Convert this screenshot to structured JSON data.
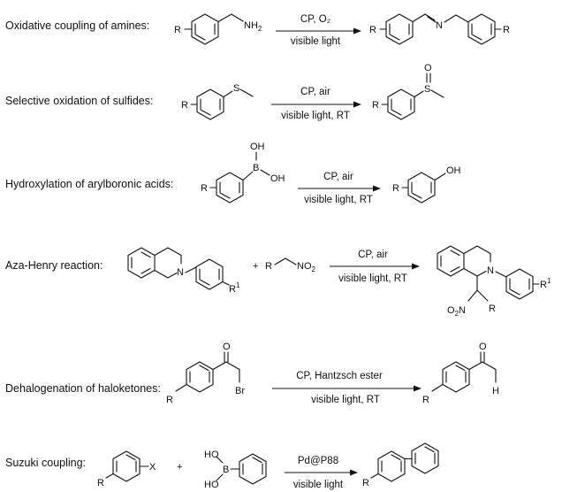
{
  "rows": [
    {
      "title": "Oxidative coupling of amines:",
      "above": "CP, O₂",
      "below": "visible light",
      "atoms": {
        "r1": "R",
        "nh2": "NH",
        "nh2_sub": "2",
        "n": "N",
        "r2": "R",
        "r3": "R"
      }
    },
    {
      "title": "Selective oxidation of sulfides:",
      "above": "CP, air",
      "below": "visible light, RT",
      "atoms": {
        "r1": "R",
        "s1": "S",
        "r2": "R",
        "s2": "S",
        "o": "O"
      }
    },
    {
      "title": "Hydroxylation of arylboronic acids:",
      "above": "CP, air",
      "below": "visible light, RT",
      "atoms": {
        "r1": "R",
        "b": "B",
        "oh1": "OH",
        "oh2": "OH",
        "r2": "R",
        "oh3": "OH"
      }
    },
    {
      "title": "Aza-Henry reaction:",
      "above": "CP, air",
      "below": "visible light, RT",
      "atoms": {
        "n1": "N",
        "r1": "R",
        "r1sup": "1",
        "plus": "+",
        "r": "R",
        "no2": "NO",
        "no2_sub": "2",
        "n2": "N",
        "r1b": "R",
        "r1bsup": "1",
        "o2n": "O",
        "o2n_sub": "2",
        "o2n_n": "N",
        "rb": "R"
      }
    },
    {
      "title": "Dehalogenation of haloketones:",
      "above": "CP, Hantzsch ester",
      "below": "visible light, RT",
      "atoms": {
        "o1": "O",
        "r1": "R",
        "br": "Br",
        "o2": "O",
        "r2": "R",
        "h": "H"
      }
    },
    {
      "title": "Suzuki coupling:",
      "above": "Pd@P88",
      "below": "visible light",
      "atoms": {
        "r1": "R",
        "x": "X",
        "plus": "+",
        "ho1": "HO",
        "ho2": "HO",
        "b": "B",
        "r2": "R"
      }
    }
  ]
}
